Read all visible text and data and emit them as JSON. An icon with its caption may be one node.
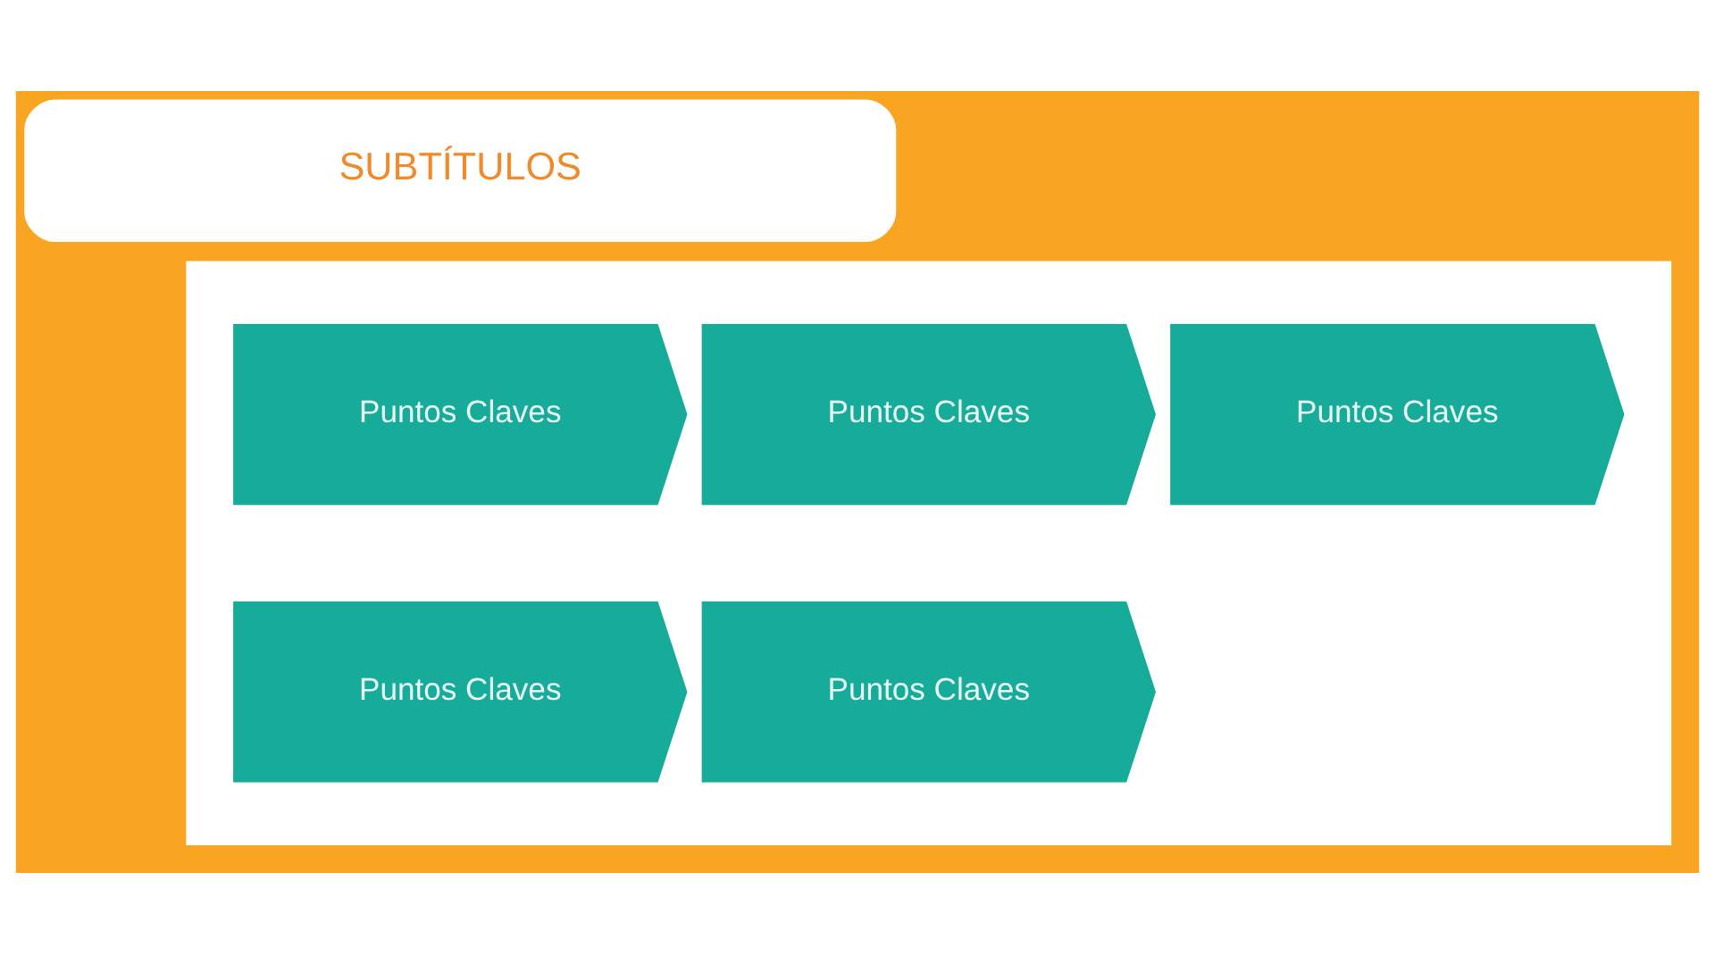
{
  "diagram": {
    "nodes": [
      {
        "text": [
          "SUBTÍTULOS"
        ]
      },
      {
        "text": [],
        "shape": "box"
      },
      {
        "text": [
          "Puntos Claves"
        ],
        "in": 1
      },
      {
        "text": [
          "Puntos Claves"
        ],
        "in": 1
      },
      {
        "text": [
          "Puntos Claves"
        ],
        "in": 1
      },
      {
        "text": [
          "Puntos Claves"
        ],
        "in": 1
      },
      {
        "text": [
          "Puntos Claves"
        ],
        "in": 1
      }
    ],
    "edges": []
  }
}
